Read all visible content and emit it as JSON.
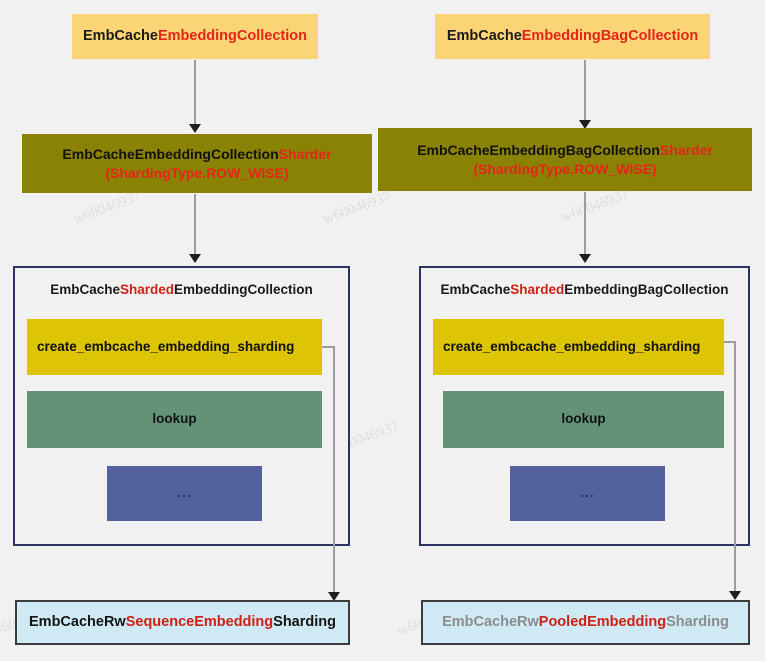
{
  "diagram": {
    "title": "EmbCache sharding class hierarchy",
    "colors": {
      "background": "#f1f1f1",
      "source_box": "#fbd575",
      "sharder_box": "#8a8205",
      "container_border": "#2c3560",
      "create_method": "#ddc405",
      "lookup_method": "#649277",
      "ellipsis_method": "#53619c",
      "result_box": "#cfe9f5",
      "result_border": "#3c3c3c",
      "accent_red": "#e1251b",
      "connector": "#9d9d9d",
      "muted_text": "#8c8c8c"
    },
    "watermark": "w60046937"
  },
  "left_column": {
    "source": {
      "prefix": "EmbCache",
      "highlight": "EmbeddingCollection",
      "suffix": ""
    },
    "sharder": {
      "line1_prefix": "EmbCacheEmbeddingCollection",
      "line1_highlight": "Sharder",
      "line2": "(ShardingType.ROW_WISE)"
    },
    "container": {
      "title_prefix": "EmbCache",
      "title_highlight": "Sharded",
      "title_suffix": "EmbeddingCollection",
      "methods": [
        {
          "name": "create_embcache_embedding_sharding",
          "kind": "create"
        },
        {
          "name": "lookup",
          "kind": "lookup"
        },
        {
          "name": "...",
          "kind": "ellipsis"
        }
      ]
    },
    "result": {
      "prefix": "EmbCacheRw",
      "highlight": "SequenceEmbedding",
      "suffix": "Sharding",
      "style": "dark"
    }
  },
  "right_column": {
    "source": {
      "prefix": "EmbCache",
      "highlight": "EmbeddingBagCollection",
      "suffix": ""
    },
    "sharder": {
      "line1_prefix": "EmbCacheEmbeddingBagCollection",
      "line1_highlight": "Sharder",
      "line2": "(ShardingType.ROW_WISE)"
    },
    "container": {
      "title_prefix": "EmbCache",
      "title_highlight": "Sharded",
      "title_suffix": "EmbeddingBagCollection",
      "methods": [
        {
          "name": "create_embcache_embedding_sharding",
          "kind": "create"
        },
        {
          "name": "lookup",
          "kind": "lookup"
        },
        {
          "name": "...",
          "kind": "ellipsis"
        }
      ]
    },
    "result": {
      "prefix": "EmbCacheRw",
      "highlight": "PooledEmbedding",
      "suffix": "Sharding",
      "style": "muted"
    }
  }
}
